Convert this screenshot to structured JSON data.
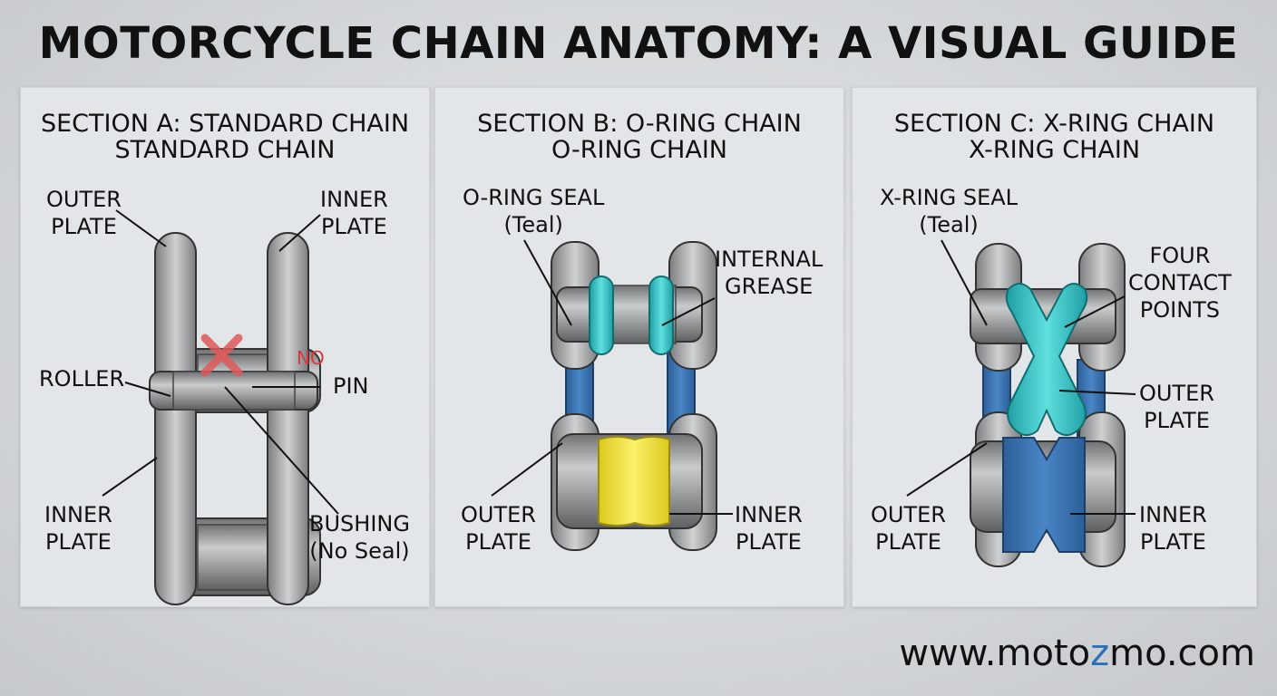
{
  "title": "MOTORCYCLE CHAIN ANATOMY: A VISUAL GUIDE",
  "section_a": {
    "heading": "SECTION A: STANDARD CHAIN",
    "subheading": "STANDARD CHAIN",
    "outer_plate": [
      "OUTER",
      "PLATE"
    ],
    "inner_plate_top": [
      "INNER",
      "PLATE"
    ],
    "roller": "ROLLER",
    "no_label": "NO",
    "pin": "PIN",
    "inner_plate_bottom": [
      "INNER",
      "PLATE"
    ],
    "bushing": [
      "BUSHING",
      "(No Seal)"
    ]
  },
  "section_b": {
    "heading": "SECTION B: O-RING CHAIN",
    "subheading": "O-RING CHAIN",
    "seal": [
      "O-RING SEAL",
      "(Teal)"
    ],
    "grease": [
      "INTERNAL",
      "GREASE"
    ],
    "outer_plate": [
      "OUTER",
      "PLATE"
    ],
    "inner_plate": [
      "INNER",
      "PLATE"
    ]
  },
  "section_c": {
    "heading": "SECTION C: X-RING CHAIN",
    "subheading": "X-RING CHAIN",
    "seal": [
      "X-RING SEAL",
      "(Teal)"
    ],
    "contact": [
      "FOUR",
      "CONTACT",
      "POINTS"
    ],
    "outer_plate_right": [
      "OUTER",
      "PLATE"
    ],
    "outer_plate_left": [
      "OUTER",
      "PLATE"
    ],
    "inner_plate": [
      "INNER",
      "PLATE"
    ]
  },
  "footer": {
    "site_pre": "www.moto",
    "site_hl": "z",
    "site_post": "mo.com"
  },
  "colors": {
    "teal": "#33c4c4",
    "blue": "#3d78b8",
    "yellow": "#f1e134",
    "steel": "#9a9c9e",
    "red_x": "#e05a5a"
  }
}
